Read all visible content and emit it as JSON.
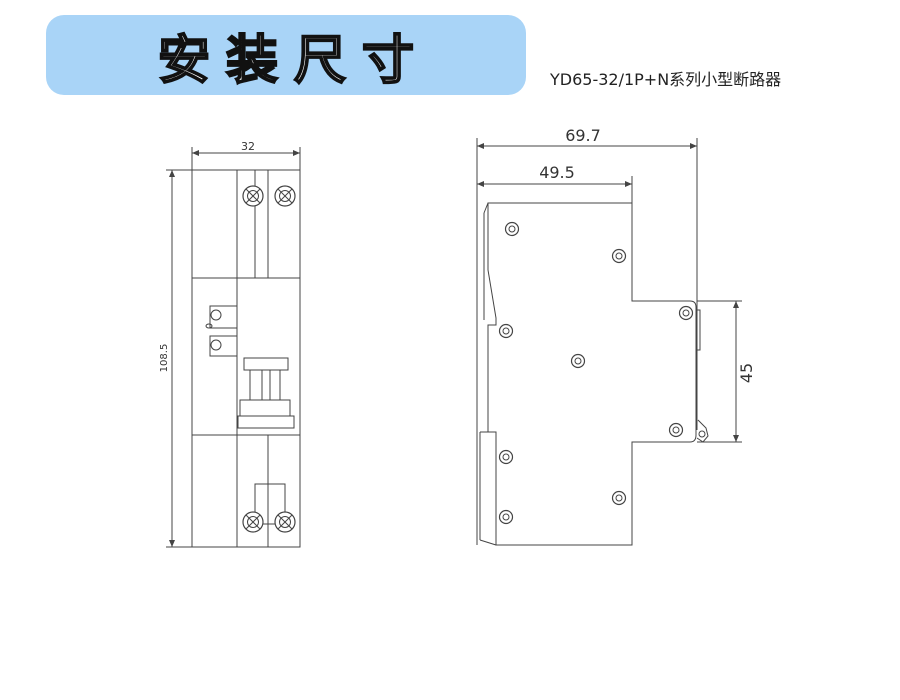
{
  "header": {
    "title": "安装尺寸",
    "model": "YD65-32/1P+N系列小型断路器"
  },
  "front_view": {
    "width_dim": "32",
    "height_dim": "108.5"
  },
  "side_view": {
    "depth_total_dim": "69.7",
    "depth_body_dim": "49.5",
    "rail_height_dim": "45"
  },
  "colors": {
    "banner": "#a9d4f7",
    "line": "#444444"
  }
}
